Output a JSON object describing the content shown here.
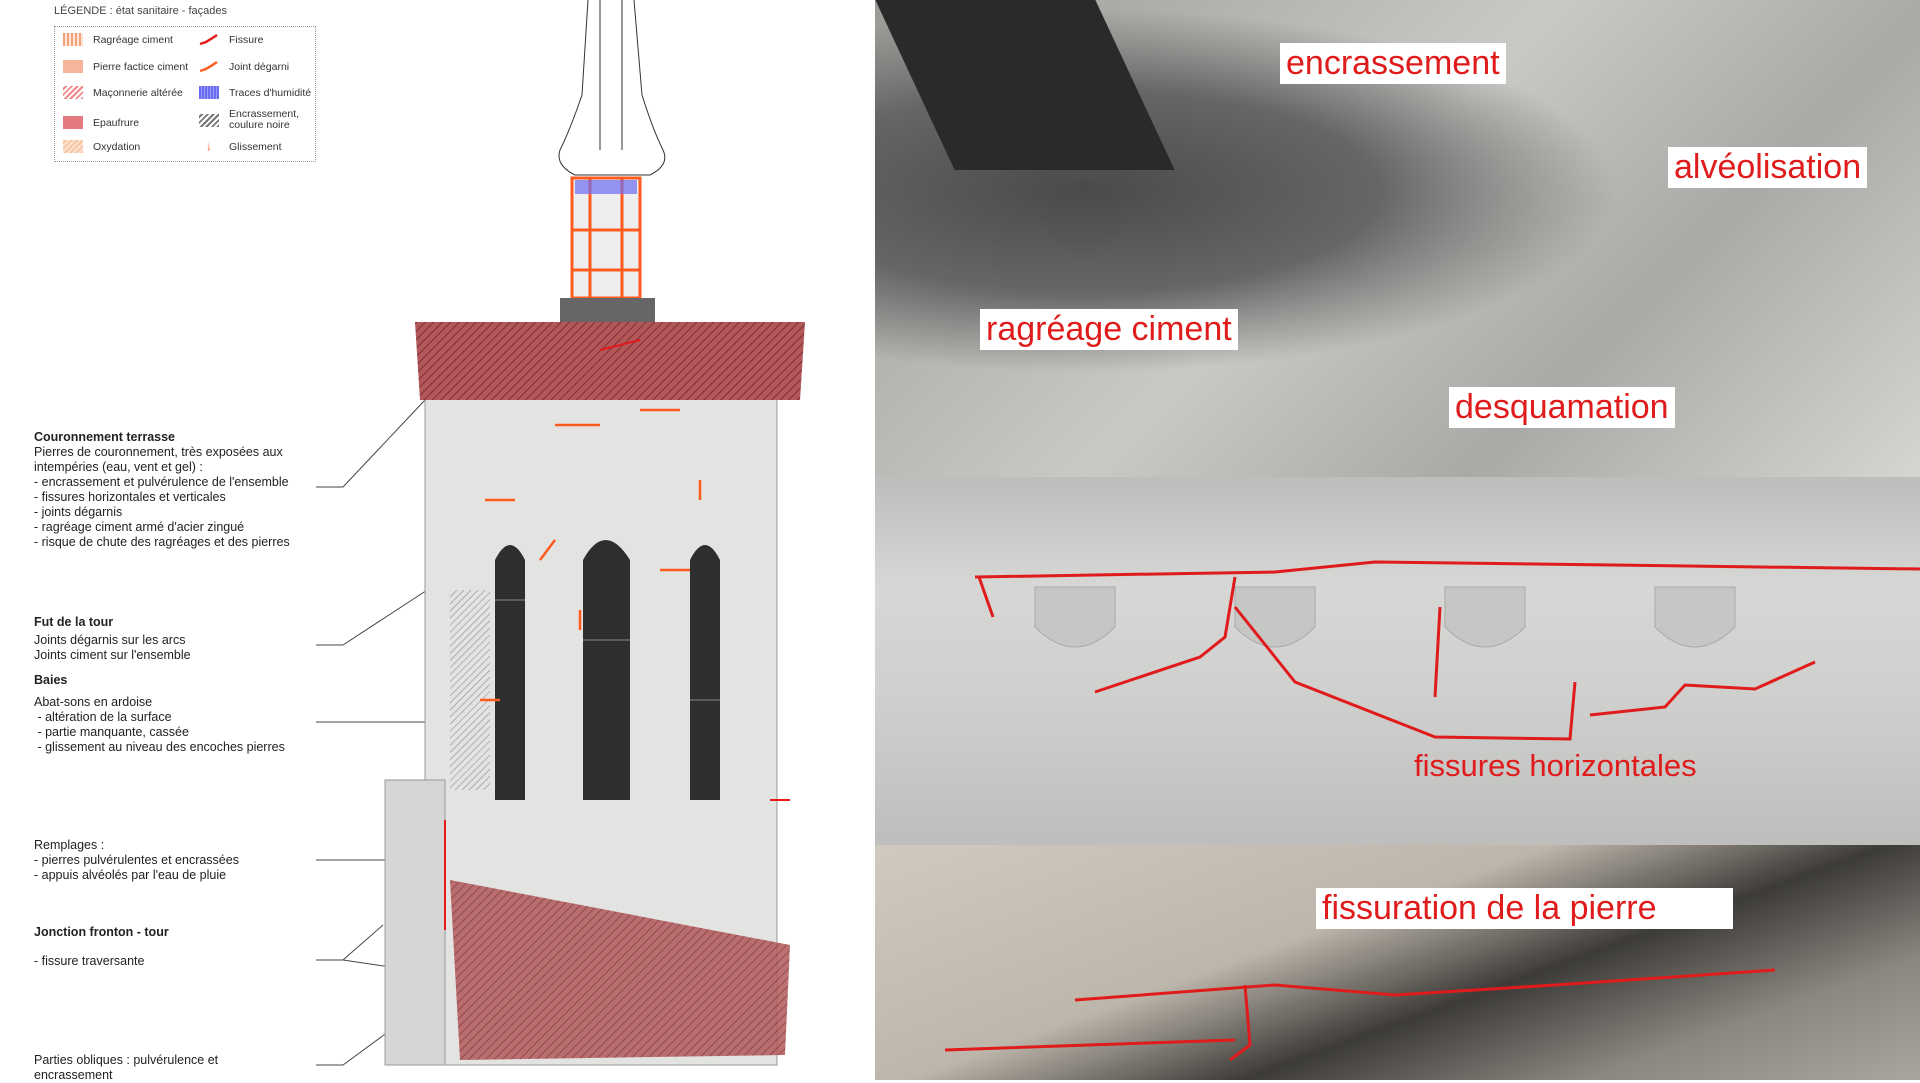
{
  "legend": {
    "title": "LÉGENDE : état sanitaire - façades",
    "items": [
      {
        "label": "Ragréage ciment",
        "icon": "vertical-hatch-swatch",
        "color": "#f4a07a"
      },
      {
        "label": "Pierre factice ciment",
        "icon": "solid-swatch",
        "color": "#f6b49a"
      },
      {
        "label": "Maçonnerie altérée",
        "icon": "diagonal-hatch-swatch",
        "color": "#f08a8a"
      },
      {
        "label": "Epaufrure",
        "icon": "solid-swatch",
        "color": "#e47a80"
      },
      {
        "label": "Oxydation",
        "icon": "diagonal-hatch-swatch",
        "color": "#f8c3a0"
      },
      {
        "label": "Fissure",
        "icon": "crack-line",
        "color": "#e41a1a"
      },
      {
        "label": "Joint dégarni",
        "icon": "joint-line",
        "color": "#ff5a1f"
      },
      {
        "label": "Traces d'humidité",
        "icon": "blue-hatch-swatch",
        "color": "#6b6cf2"
      },
      {
        "label": "Encrassement, coulure noire",
        "icon": "grey-hatch-swatch",
        "color": "#777777"
      },
      {
        "label": "Glissement",
        "icon": "arrow-down",
        "color": "#ff5a1f"
      }
    ]
  },
  "notes": [
    {
      "title": "Couronnement terrasse",
      "lines": [
        "Pierres de couronnement, très exposées aux",
        "intempéries (eau, vent et gel) :",
        "- encrassement et pulvérulence de l'ensemble",
        "- fissures horizontales et verticales",
        "- joints dégarnis",
        "- ragréage ciment armé d'acier zingué",
        "- risque de chute des ragréages et des pierres"
      ]
    },
    {
      "title": "Fut de la tour",
      "lines": [
        "Joints dégarnis sur les arcs",
        "Joints ciment sur l'ensemble"
      ]
    },
    {
      "title": "Baies",
      "lines": []
    },
    {
      "title": "",
      "lines": [
        "Abat-sons en ardoise",
        " - altération de la surface",
        " - partie manquante, cassée",
        " - glissement au niveau des encoches pierres"
      ]
    },
    {
      "title": "",
      "lines": [
        "Remplages :",
        "- pierres pulvérulentes et encrassées",
        "- appuis alvéolés par l'eau de pluie"
      ]
    },
    {
      "title": "Jonction fronton - tour",
      "lines": []
    },
    {
      "title": "",
      "lines": [
        "- fissure traversante"
      ]
    },
    {
      "title": "",
      "lines": [
        "Parties obliques : pulvérulence et",
        "encrassement"
      ]
    }
  ],
  "photos": {
    "labels": [
      "encrassement",
      "alvéolisation",
      "ragréage ciment",
      "desquamation",
      "fissures horizontales",
      "fissuration de la pierre"
    ],
    "accent": "#e01b1b"
  }
}
